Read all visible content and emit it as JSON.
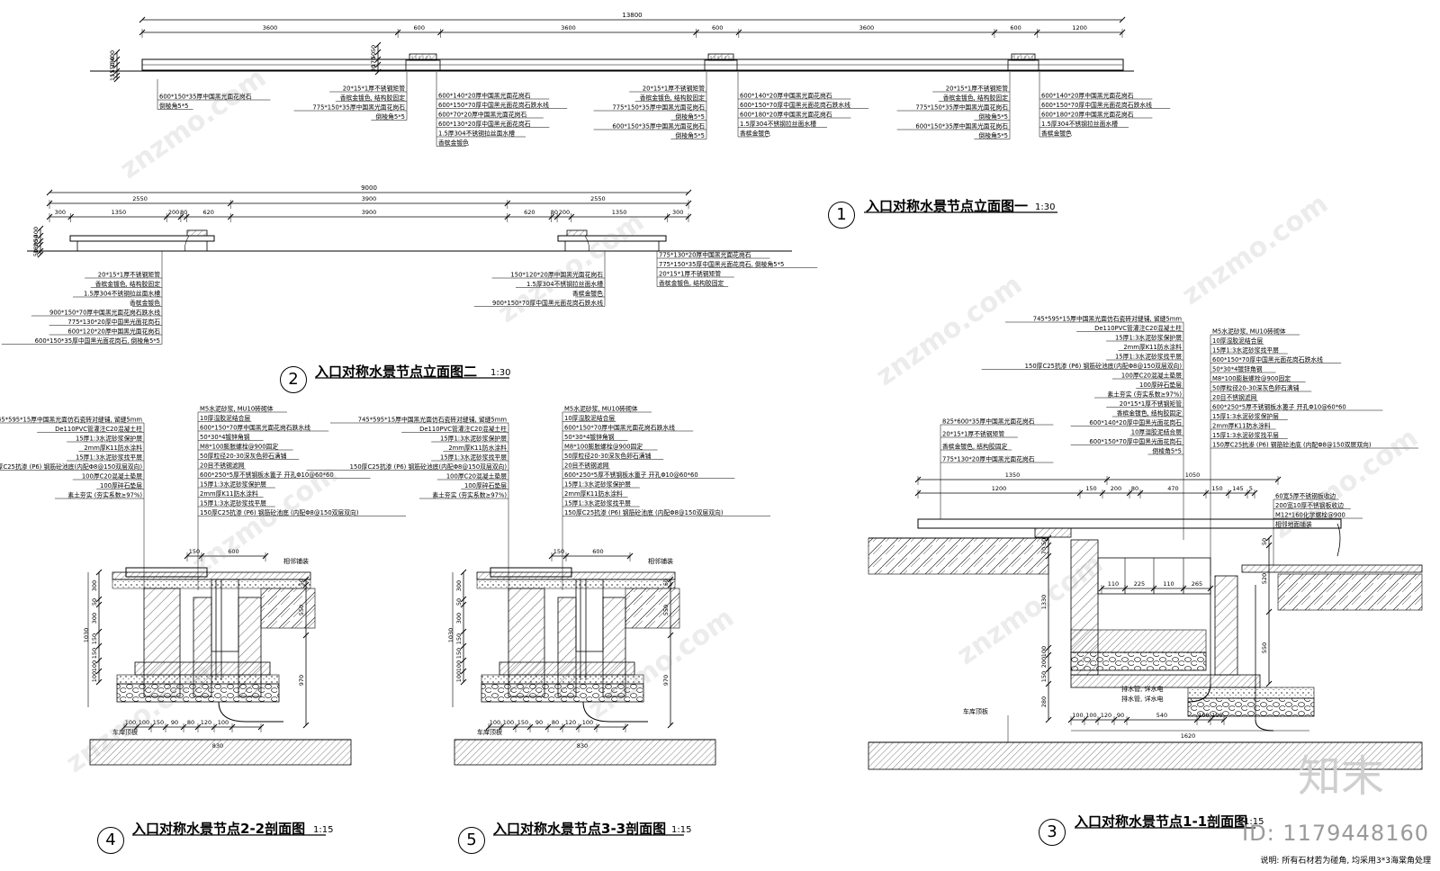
{
  "views": {
    "v1": {
      "number": "1",
      "title": "入口对称水景节点立面图一",
      "scale": "1:30"
    },
    "v2": {
      "number": "2",
      "title": "入口对称水景节点立面图二",
      "scale": "1:30"
    },
    "v3": {
      "number": "3",
      "title": "入口对称水景节点1-1剖面图",
      "scale": "1:15"
    },
    "v4": {
      "number": "4",
      "title": "入口对称水景节点2-2剖面图",
      "scale": "1:15"
    },
    "v5": {
      "number": "5",
      "title": "入口对称水景节点3-3剖面图",
      "scale": "1:15"
    }
  },
  "elev1": {
    "total": "13800",
    "segments": [
      "3600",
      "600",
      "3600",
      "600",
      "3600",
      "600",
      "1200"
    ],
    "heights": [
      "400",
      "230",
      "150",
      "15",
      "15"
    ],
    "heights_b": [
      "50",
      "50",
      "170",
      "30"
    ],
    "callouts": [
      [
        "600*150*35厚中国黑光面花岗石",
        "倒棱角5*5"
      ],
      [
        "20*15*1厚不锈钢矩管",
        "香槟金镀色, 结构胶固定",
        "775*150*35厚中国黑光面花岗石",
        "倒棱角5*5"
      ],
      [
        "600*140*20厚中国黑光面花岗石",
        "600*150*70厚中国黑光面花岗石跌水线",
        "600*70*20厚中国黑光面花岗石",
        "600*130*20厚中国黑光面花岗石",
        "1.5厚304不锈钢拉丝面水槽",
        "香槟金镀色"
      ],
      [
        "20*15*1厚不锈钢矩管",
        "香槟金镀色, 结构胶固定",
        "775*150*35厚中国黑光面花岗石",
        "倒棱角5*5",
        "600*150*35厚中国黑光面花岗石",
        "倒棱角5*5"
      ],
      [
        "600*140*20厚中国黑光面花岗石",
        "600*150*70厚中国黑光面花岗石跌水线",
        "600*180*20厚中国黑光面花岗石",
        "1.5厚304不锈钢拉丝面水槽",
        "香槟金镀色"
      ],
      [
        "20*15*1厚不锈钢矩管",
        "香槟金镀色, 结构胶固定",
        "775*150*35厚中国黑光面花岗石",
        "倒棱角5*5",
        "600*150*35厚中国黑光面花岗石",
        "倒棱角5*5"
      ],
      [
        "600*140*20厚中国黑光面花岗石",
        "600*150*70厚中国黑光面花岗石跌水线",
        "600*180*20厚中国黑光面花岗石",
        "1.5厚304不锈钢拉丝面水槽",
        "香槟金镀色"
      ]
    ]
  },
  "elev2": {
    "total": "9000",
    "segments_top": [
      "2550",
      "3900",
      "2550"
    ],
    "segments_sub": [
      "300",
      "1350",
      "200",
      "80",
      "620",
      "3900",
      "620",
      "80",
      "200",
      "1350",
      "300"
    ],
    "heights": [
      "400",
      "50",
      "20",
      "180",
      "50"
    ],
    "callouts_left": [
      "20*15*1厚不锈钢矩管",
      "香槟金镀色, 结构胶固定",
      "1.5厚304不锈钢拉丝面水槽",
      "香槟金镀色",
      "900*150*70厚中国黑光面花岗石跌水线",
      "775*130*20厚中国黑光面花岗石",
      "600*120*20厚中国黑光面花岗石",
      "600*150*35厚中国黑光面花岗石, 倒棱角5*5"
    ],
    "callouts_right_top": [
      "775*130*20厚中国黑光面花岗石",
      "775*150*35厚中国黑光面花岗石, 倒棱角5*5",
      "20*15*1厚不锈钢矩管",
      "香槟金镀色, 结构胶固定"
    ],
    "callouts_right_bot": [
      "150*120*20厚中国黑光面花岗石",
      "1.5厚304不锈钢拉丝面水槽",
      "香槟金镀色",
      "900*150*70厚中国黑光面花岗石跌水线"
    ]
  },
  "sec4": {
    "left_notes": [
      "745*595*15厚中国黑光面仿石瓷砖对缝铺, 留缝5mm",
      "De110PVC管灌注C20混凝土柱",
      "15厚1:3水泥砂浆保护层",
      "2mm厚K11防水涂料",
      "15厚1:3水泥砂浆找平层",
      "150厚C25抗渗 (P6) 钢筋砼池底(内配Φ8@150双层双向)",
      "100厚C20混凝土垫层",
      "100厚碎石垫层",
      "素土夯实 (夯实系数≥97%)"
    ],
    "top_notes": [
      "M5水泥砂浆, MU10砖砌体",
      "10厚湿胶泥结合层",
      "600*150*70厚中国黑光面花岗石跌水线",
      "50*30*4镀锌角钢",
      "M8*100膨胀螺栓@900固定",
      "50厚粒径20-30深灰色卵石满铺",
      "20目不锈钢滤网",
      "600*250*5厚不锈钢板水篦子 开孔Φ10@60*60",
      "15厚1:3水泥砂浆保护层",
      "2mm厚K11防水涂料",
      "15厚1:3水泥砂浆找平层",
      "150厚C25抗渗 (P6) 钢筋砼池底 (内配Φ8@150双层双向)"
    ],
    "dims_bottom": [
      "100",
      "100",
      "150",
      "90",
      "80",
      "120",
      "100"
    ],
    "total_bottom": "830",
    "dims_left": [
      "300",
      "50",
      "300",
      "150",
      "150",
      "100",
      "100"
    ],
    "total_left": "1030",
    "dims_right": [
      "50",
      "550",
      "970"
    ],
    "top_dims": [
      "150",
      "600"
    ],
    "labels": [
      "相邻铺装",
      "车库顶板"
    ]
  },
  "sec5": {
    "left_notes": [
      "745*595*15厚中国黑光面仿石瓷砖对缝铺, 留缝5mm",
      "De110PVC管灌注C20混凝土柱",
      "15厚1:3水泥砂浆保护层",
      "2mm厚K11防水涂料",
      "15厚1:3水泥砂浆找平层",
      "150厚C25抗渗 (P6) 钢筋砼池底(内配Φ8@150双层双向)",
      "100厚C20混凝土垫层",
      "100厚碎石垫层",
      "素土夯实 (夯实系数≥97%)"
    ],
    "top_notes": [
      "M5水泥砂浆, MU10砖砌体",
      "10厚湿胶泥结合层",
      "600*150*70厚中国黑光面花岗石跌水线",
      "50*30*4镀锌角钢",
      "M8*100膨胀螺栓@900固定",
      "50厚粒径20-30深灰色卵石满铺",
      "20目不锈钢滤网",
      "600*250*5厚不锈钢板水篦子 开孔Φ10@60*60",
      "15厚1:3水泥砂浆保护层",
      "2mm厚K11防水涂料",
      "15厚1:3水泥砂浆找平层",
      "150厚C25抗渗 (P6) 钢筋砼池底 (内配Φ8@150双层双向)"
    ],
    "dims_bottom": [
      "100",
      "100",
      "150",
      "90",
      "80",
      "120",
      "100"
    ],
    "total_bottom": "830",
    "dims_left": [
      "300",
      "50",
      "300",
      "150",
      "150",
      "100",
      "100"
    ],
    "total_left": "1030",
    "dims_right": [
      "50",
      "550",
      "970"
    ],
    "top_dims": [
      "150",
      "600"
    ],
    "labels": [
      "相邻铺装",
      "车库顶板"
    ]
  },
  "sec3": {
    "left_notes": [
      "825*600*35厚中国黑光面花岗石",
      "20*15*1厚不锈钢矩管",
      "香槟金镀色, 结构胶固定",
      "775*130*20厚中国黑光面花岗石"
    ],
    "center_notes": [
      "745*595*15厚中国黑光面仿石瓷砖对缝铺, 留缝5mm",
      "De110PVC管灌注C20混凝土柱",
      "15厚1:3水泥砂浆保护层",
      "2mm厚K11防水涂料",
      "15厚1:3水泥砂浆找平层",
      "150厚C25抗渗 (P6) 钢筋砼池底(内配Φ8@150双层双向)",
      "100厚C20混凝土垫层",
      "100厚碎石垫层",
      "素土夯实 (夯实系数≥97%)",
      "20*15*1厚不锈钢矩管",
      "香槟金镀色, 结构胶固定",
      "600*140*20厚中国黑光面花岗石",
      "10厚湿胶泥结合层",
      "600*150*70厚中国黑光面花岗石",
      "倒棱角5*5"
    ],
    "right_notes": [
      "M5水泥砂浆, MU10砖砌体",
      "10厚湿胶泥结合层",
      "15厚1:3水泥砂浆找平层",
      "600*150*70厚中国黑光面花岗石跌水线",
      "50*30*4镀锌角钢",
      "M8*100膨胀螺栓@900固定",
      "50厚粒径20-30深灰色卵石满铺",
      "20目不锈钢滤网",
      "600*250*5厚不锈钢板水篦子 开孔Φ10@60*60",
      "15厚1:3水泥砂浆保护层",
      "2mm厚K11防水涂料",
      "15厚1:3水泥砂浆找平层",
      "150厚C25抗渗 (P6) 钢筋砼池底 (内配Φ8@150双层双向)"
    ],
    "lower_right_notes": [
      "60宽5厚不锈钢板收边",
      "200宽10厚不锈钢板收边",
      "M12*160化学螺栓@900",
      "相邻地面铺装"
    ],
    "top_dims_a": [
      "1350",
      "1050"
    ],
    "top_dims_b": [
      "1200",
      "150",
      "200",
      "80",
      "470",
      "150",
      "145",
      "5"
    ],
    "inner_dims": [
      "110",
      "225",
      "110",
      "265"
    ],
    "dims_left": [
      "50",
      "70",
      "1330",
      "100",
      "200",
      "150",
      "280"
    ],
    "dims_right": [
      "50",
      "520",
      "550"
    ],
    "dims_bottom": [
      "100",
      "100",
      "120",
      "90",
      "540",
      "100",
      "100"
    ],
    "total_bottom": "1620",
    "labels": [
      "排水管, 详水电",
      "排水管, 详水电",
      "车库顶板"
    ]
  },
  "brand": "知末",
  "id_text": "ID: 1179448160",
  "footnote": "说明: 所有石材若为碰角, 均采用3*3海棠角处理",
  "watermark": "znzmo.com"
}
